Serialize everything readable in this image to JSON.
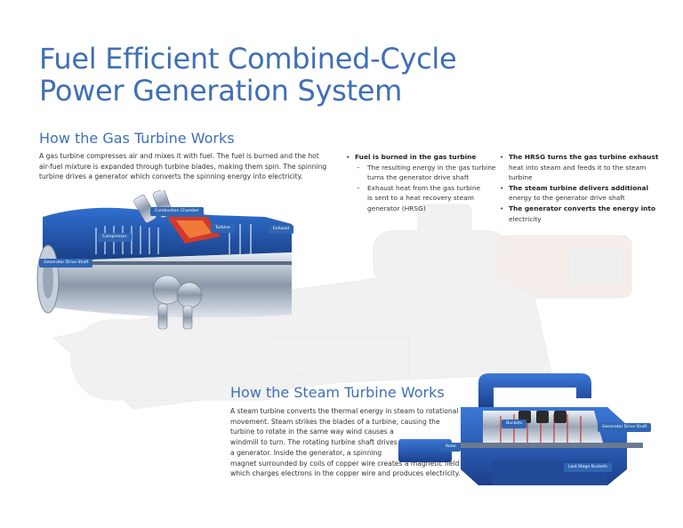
{
  "title": {
    "line1": "Fuel Efficient Combined-Cycle",
    "line2": "Power Generation System"
  },
  "gas": {
    "heading": "How the Gas Turbine Works",
    "paragraph_lines": [
      "A gas turbine compresses air and mixes it with fuel. The fuel is burned and the hot",
      "air-fuel mixture is expanded through turbine blades, making them spin. The spinning",
      "turbine drives a generator which converts the spinning energy into electricity."
    ],
    "labels": {
      "combustion": "Combustion Chamber",
      "compressor": "Compressor",
      "turbine": "Turbine",
      "exhaust": "Exhaust",
      "shaft": "Generator Drive Shaft"
    }
  },
  "bullets_left": {
    "b1": "Fuel is burned in the gas turbine",
    "s1_l1": "The resulting energy in the gas turbine",
    "s1_l2": "turns the generator drive shaft",
    "s2_l1": "Exhaust heat from the gas turbine",
    "s2_l2": "is sent to a heat recovery steam",
    "s2_l3": "generator (HRSG)"
  },
  "bullets_right": {
    "b1_l1": "The HRSG turns the gas turbine exhaust",
    "b1_l2": "heat into steam and feeds it to the steam",
    "b1_l3": "turbine",
    "b2_l1": "The steam turbine delivers additional",
    "b2_l2": "energy to the generator drive shaft",
    "b3_l1": "The generator converts the energy into",
    "b3_l2": "electricity"
  },
  "steam": {
    "heading": "How the Steam Turbine Works",
    "paragraph_lines": [
      "A steam turbine converts the thermal energy in steam to rotational",
      "movement. Steam strikes the blades of a turbine, causing the",
      "turbine to rotate in the same way wind causes a",
      "windmill to turn. The rotating turbine shaft drives",
      "a generator. Inside the generator, a spinning",
      "magnet surrounded by coils of copper wire creates a magnetic field",
      "which charges electrons in the copper wire and produces electricity."
    ],
    "labels": {
      "buckets": "Buckets",
      "shaft": "Generator Drive Shaft",
      "rotor": "Rotor",
      "last_stage": "Last Stage Buckets"
    }
  },
  "colors": {
    "title_blue": "#3f6fb6",
    "tag_blue": "#2f66b3",
    "body_text": "#333333"
  }
}
